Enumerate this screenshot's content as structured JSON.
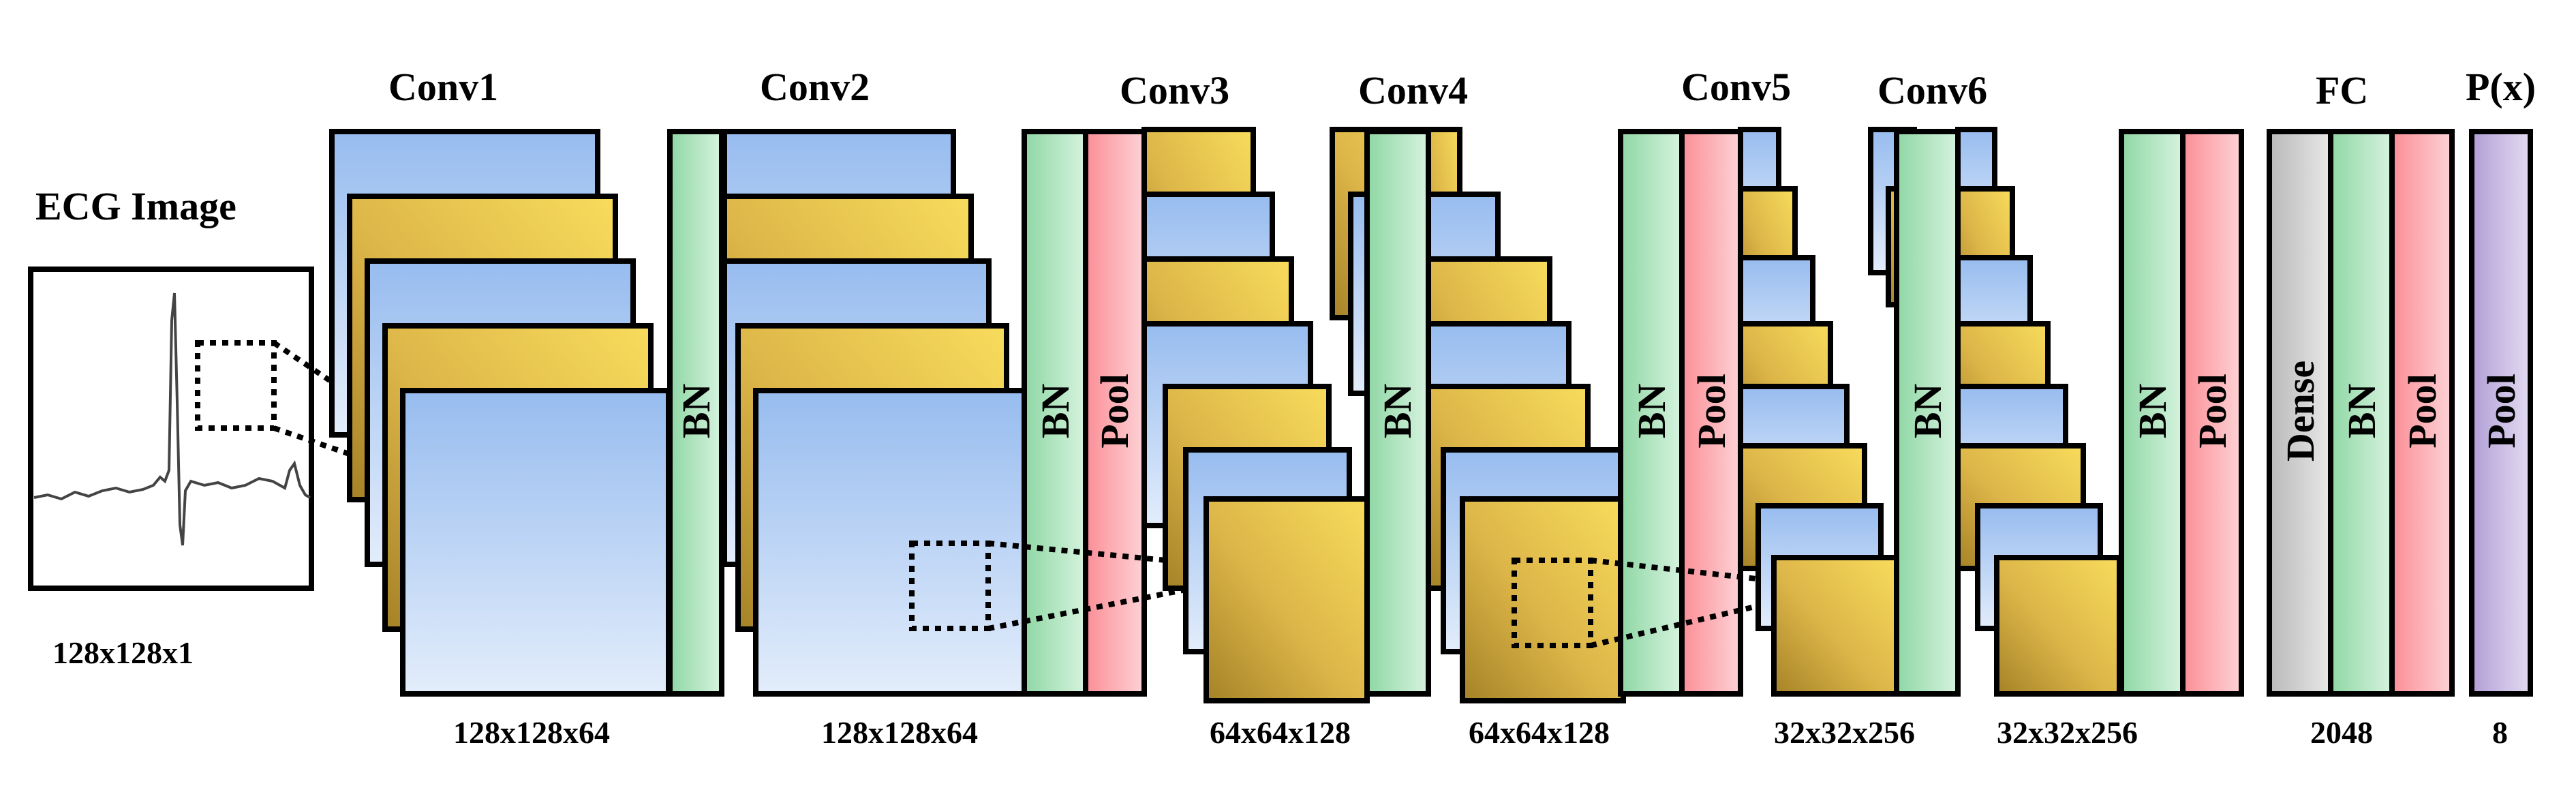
{
  "input": {
    "title": "ECG Image",
    "dims": "128x128x1"
  },
  "blocks": [
    {
      "title": "Conv1",
      "dims": "128x128x64",
      "bn": "BN"
    },
    {
      "title": "Conv2",
      "dims": "128x128x64",
      "bn": "BN",
      "pool": "Pool"
    },
    {
      "title": "Conv3",
      "dims": "64x64x128"
    },
    {
      "title": "Conv4",
      "dims": "64x64x128",
      "bn": "BN",
      "pool": "Pool"
    },
    {
      "title": "Conv5",
      "dims": "32x32x256"
    },
    {
      "title": "Conv6",
      "dims": "32x32x256",
      "bn": "BN",
      "pool": "Pool"
    }
  ],
  "fc": {
    "title": "FC",
    "dense": "Dense",
    "bn": "BN",
    "pool": "Pool",
    "dims": "2048"
  },
  "output": {
    "title": "P(x)",
    "pool": "Pool",
    "dims": "8"
  },
  "colors": {
    "blue_feature_map": "#a2c3f0",
    "gold_feature_map": "#f4d358",
    "batch_norm": "#a8e0b6",
    "pool": "#fca5ab",
    "dense": "#c4c4c4",
    "output": "#c4b2e0"
  }
}
